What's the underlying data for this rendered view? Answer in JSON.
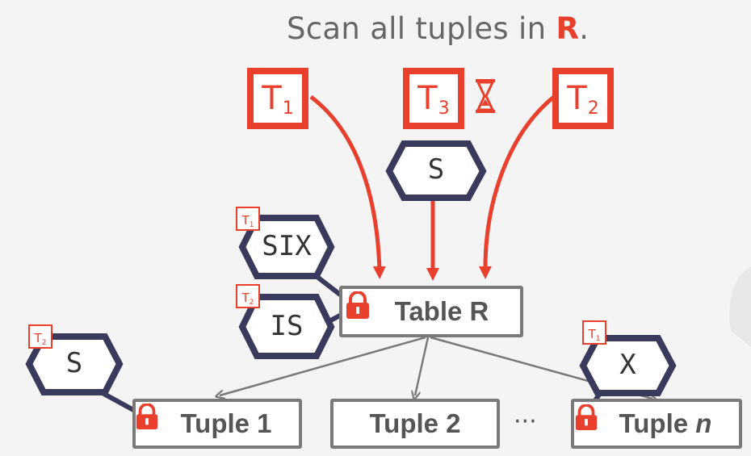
{
  "title": {
    "prefix": "Scan all tuples in ",
    "relation": "R",
    "suffix": "."
  },
  "transactions": [
    {
      "id": "txn-t1",
      "letter": "T",
      "sub": "1"
    },
    {
      "id": "txn-t3",
      "letter": "T",
      "sub": "3",
      "status": "waiting",
      "status_icon": "hourglass-icon"
    },
    {
      "id": "txn-t2",
      "letter": "T",
      "sub": "2"
    }
  ],
  "pending_lock": {
    "mode": "S"
  },
  "table_locks": [
    {
      "mode": "SIX",
      "owner": {
        "letter": "T",
        "sub": "1"
      }
    },
    {
      "mode": "IS",
      "owner": {
        "letter": "T",
        "sub": "2"
      }
    }
  ],
  "table": {
    "label": "Table R"
  },
  "tuples": [
    {
      "label": "Tuple 1",
      "locked": true,
      "lock": {
        "mode": "S",
        "owner": {
          "letter": "T",
          "sub": "2"
        }
      }
    },
    {
      "label": "Tuple 2",
      "locked": false
    },
    {
      "label_prefix": "Tuple ",
      "label_var": "n",
      "locked": true,
      "lock": {
        "mode": "X",
        "owner": {
          "letter": "T",
          "sub": "1"
        }
      }
    }
  ],
  "ellipsis": "···",
  "colors": {
    "accent": "#e8402c",
    "lock_outline": "#3a3a5c",
    "node_border": "#7a7a7a",
    "text": "#555555"
  }
}
